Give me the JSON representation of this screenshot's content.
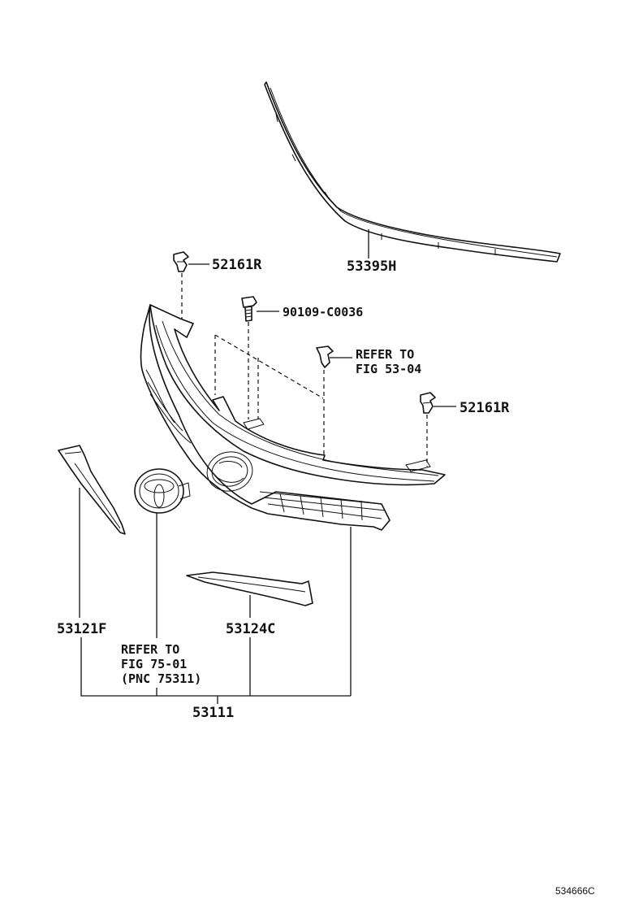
{
  "labels": {
    "clip_top": "52161R",
    "molding_upper": "53395H",
    "bolt": "90109-C0036",
    "clip_center_ref_line1": "REFER TO",
    "clip_center_ref_line2": "FIG 53-04",
    "clip_right": "52161R",
    "molding_left": "53121F",
    "molding_lower": "53124C",
    "emblem_ref_line1": "REFER TO",
    "emblem_ref_line2": "FIG 75-01",
    "emblem_ref_line3": "(PNC 75311)",
    "grille_assembly": "53111",
    "illustration_code": "534666C"
  }
}
